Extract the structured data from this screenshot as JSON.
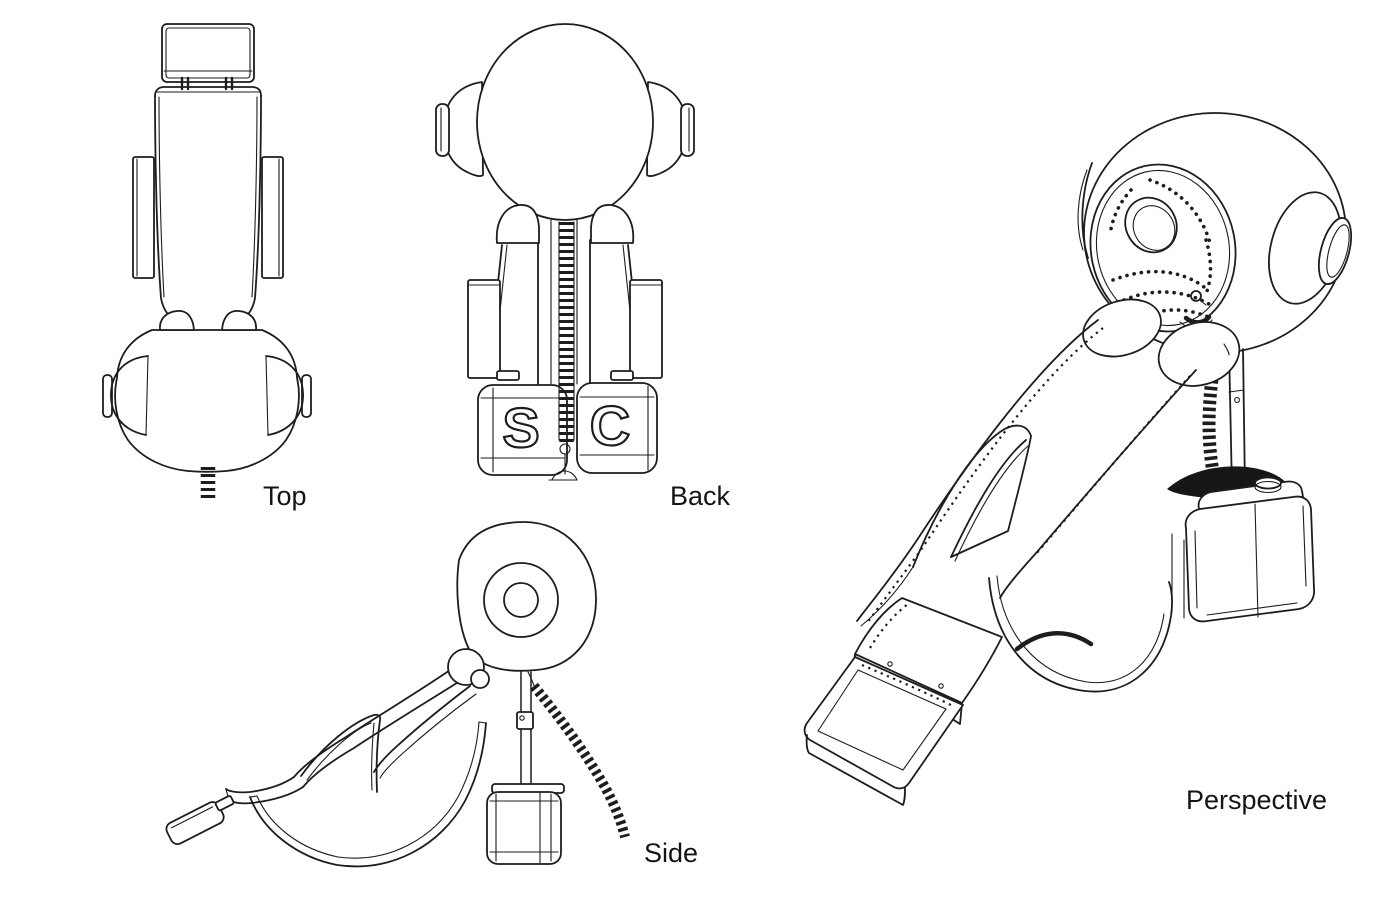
{
  "sheet": {
    "background": "#ffffff",
    "ink_color": "#1d1d1d",
    "description": "Patent-style orthographic line drawing of a reclining chair with a spherical head dome, coiled cables and base boxes, shown in four views"
  },
  "views": [
    {
      "id": "top",
      "label": "Top"
    },
    {
      "id": "back",
      "label": "Back"
    },
    {
      "id": "side",
      "label": "Side"
    },
    {
      "id": "perspective",
      "label": "Perspective"
    }
  ],
  "back_view": {
    "left_box_letter": "S",
    "right_box_letter": "C"
  }
}
